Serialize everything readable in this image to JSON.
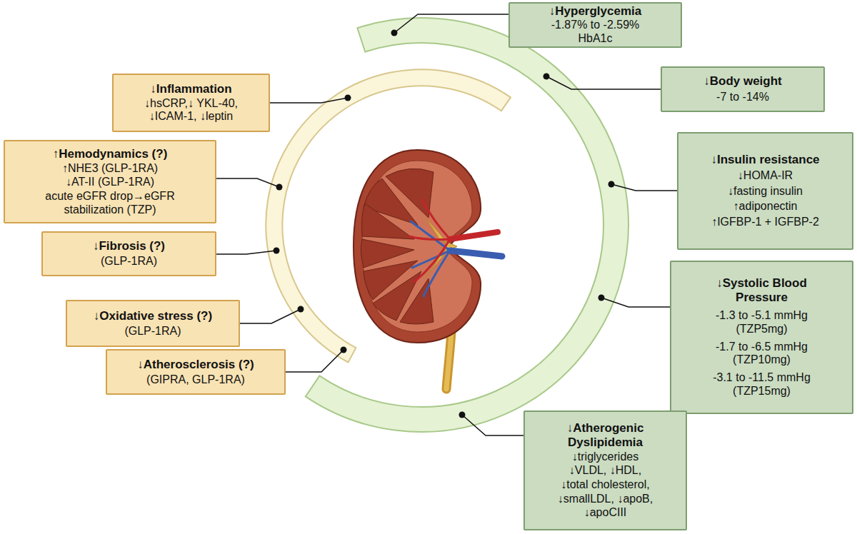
{
  "diagram": {
    "nodes": [
      {
        "text": [
          "↓Inflammation",
          "↓hsCRP,↓ YKL-40, ↓ICAM-1, ↓leptin"
        ]
      },
      {
        "text": [
          "↑Hemodynamics (?)",
          "↑NHE3 (GLP-1RA)",
          "↓AT-II (GLP-1RA)",
          "acute eGFR drop→eGFR stabilization (TZP)"
        ]
      },
      {
        "text": [
          "↓Fibrosis (?)",
          "(GLP-1RA)"
        ]
      },
      {
        "text": [
          "↓Oxidative stress (?)",
          "(GLP-1RA)"
        ]
      },
      {
        "text": [
          "↓Atherosclerosis (?)",
          "(GIPRA, GLP-1RA)"
        ]
      },
      {
        "text": [
          "↓Hyperglycemia",
          "-1.87% to -2.59% HbA1c"
        ]
      },
      {
        "text": [
          "↓Body weight",
          "-7 to -14%"
        ]
      },
      {
        "text": [
          "↓Insulin resistance",
          "↓HOMA-IR",
          "↓fasting insulin",
          "↑adiponectin",
          "↑IGFBP-1 + IGFBP-2"
        ]
      },
      {
        "text": [
          "↓Systolic Blood Pressure",
          "-1.3 to -5.1 mmHg (TZP5mg)",
          "-1.7 to -6.5 mmHg (TZP10mg)",
          "-3.1 to -11.5 mmHg (TZP15mg)"
        ]
      },
      {
        "text": [
          "↓Atherogenic Dyslipidemia",
          "↓triglycerides",
          "↓VLDL, ↓HDL,",
          "↓total cholesterol,",
          "↓smallLDL, ↓apoB,",
          "↓apoCIII"
        ]
      }
    ]
  }
}
